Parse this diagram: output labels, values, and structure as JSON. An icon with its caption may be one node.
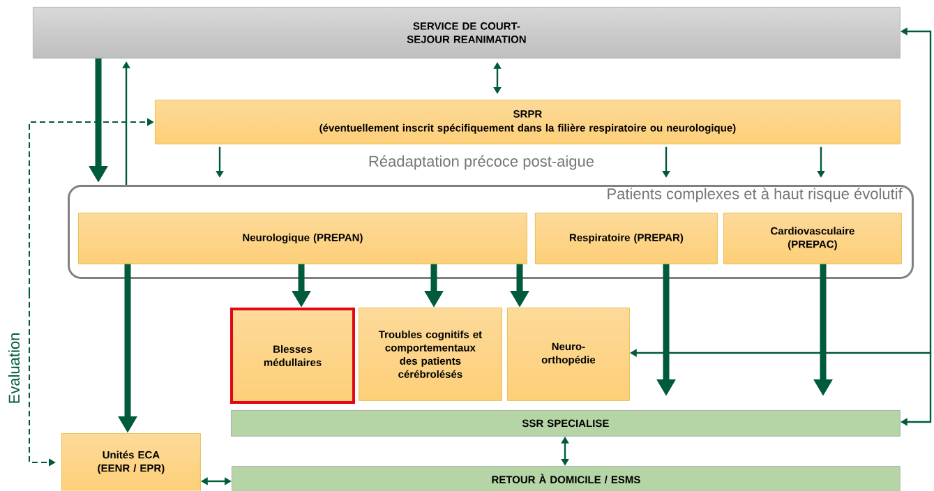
{
  "diagram": {
    "nodes": [
      {
        "text": [
          "SERVICE DE COURT-SEJOUR REANIMATION"
        ]
      },
      {
        "text": [
          "SRPR",
          "(éventuellement inscrit spécifiquement dans la filière respiratoire ou neurologique)"
        ]
      },
      {
        "text": [
          "Patients complexes et à haut risque évolutif"
        ]
      },
      {
        "text": [
          "Neurologique (PREPAN)"
        ],
        "in": 2
      },
      {
        "text": [
          "Respiratoire (PREPAR)"
        ],
        "in": 2
      },
      {
        "text": [
          "Cardiovasculaire (PREPAC)"
        ],
        "in": 2
      },
      {
        "text": [
          "Blesses médullaires"
        ]
      },
      {
        "text": [
          "Troubles cognitifs et comportementaux des patients cérébrolésés"
        ]
      },
      {
        "text": [
          "Neuro-orthopédie"
        ]
      },
      {
        "text": [
          "SSR SPECIALISE"
        ]
      },
      {
        "text": [
          "Unités ECA (EENR / EPR)"
        ]
      },
      {
        "text": [
          "RETOUR À DOMICILE / ESMS"
        ]
      }
    ],
    "edges": [
      {
        "from": 0,
        "to": 2,
        "arrow": "to",
        "style": "thick"
      },
      {
        "from": 2,
        "to": 0,
        "arrow": "to"
      },
      {
        "from": 0,
        "to": 1,
        "arrow": "both"
      },
      {
        "from": null,
        "to": 1,
        "arrow": "to",
        "style": "dashed"
      },
      {
        "from": null,
        "to": 10,
        "arrow": "to",
        "style": "dashed"
      },
      {
        "from": 1,
        "to": 2,
        "arrow": "to"
      },
      {
        "from": 1,
        "to": 2,
        "arrow": "to"
      },
      {
        "from": 1,
        "to": 2,
        "arrow": "to"
      },
      {
        "from": 3,
        "to": 10,
        "arrow": "to",
        "style": "thick"
      },
      {
        "from": 3,
        "to": 6,
        "arrow": "to",
        "style": "thick"
      },
      {
        "from": 3,
        "to": 7,
        "arrow": "to",
        "style": "thick"
      },
      {
        "from": 3,
        "to": 8,
        "arrow": "to",
        "style": "thick"
      },
      {
        "from": 4,
        "to": 9,
        "arrow": "to",
        "style": "thick"
      },
      {
        "from": 5,
        "to": 9,
        "arrow": "to",
        "style": "thick"
      },
      {
        "from": 9,
        "to": 11,
        "arrow": "both"
      },
      {
        "from": 10,
        "to": 11,
        "arrow": "both"
      },
      {
        "from": null,
        "to": 0,
        "arrow": "to"
      },
      {
        "from": null,
        "to": 9,
        "arrow": "to"
      },
      {
        "from": null,
        "to": 8,
        "arrow": "to"
      }
    ],
    "labels": [
      "Réadaptation précoce post-aigue",
      "Evaluation"
    ]
  }
}
